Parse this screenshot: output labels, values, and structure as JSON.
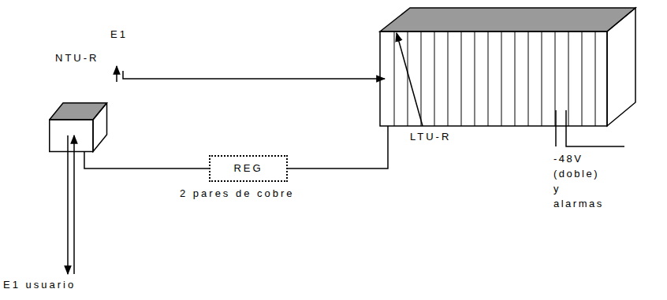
{
  "diagram": {
    "nodes": [
      {
        "text": [
          "NTU-R"
        ]
      },
      {
        "text": [
          "REG"
        ]
      },
      {
        "text": [
          "LTU-R"
        ]
      }
    ],
    "edges": [
      {
        "from": 0,
        "to": 1,
        "arrow": "none"
      },
      {
        "from": 1,
        "to": 2,
        "arrow": "none"
      }
    ],
    "labels": [
      "E1",
      "2 pares de cobre",
      "-48V (doble) y alarmas",
      "E1 usuario"
    ]
  }
}
